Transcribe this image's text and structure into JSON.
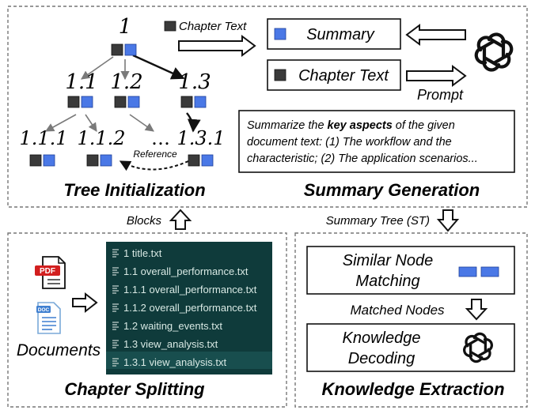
{
  "colors": {
    "chip_black": "#3a3a3a",
    "chip_blue": "#4a78e6",
    "file_panel_bg": "#0f3b3b",
    "file_text": "#d8e9e4",
    "arrow_gray": "#7a7a7a"
  },
  "sections": {
    "tree_initialization": "Tree Initialization",
    "summary_generation": "Summary Generation",
    "chapter_splitting": "Chapter Splitting",
    "knowledge_extraction": "Knowledge Extraction"
  },
  "tree": {
    "nodes": [
      "1",
      "1.1",
      "1.2",
      "1.3",
      "1.1.1",
      "1.1.2",
      "…",
      "1.3.1"
    ],
    "reference_label": "Reference"
  },
  "summary_gen": {
    "chapter_text_arrow_label": "Chapter Text",
    "summary_box": "Summary",
    "chapter_text_box": "Chapter Text",
    "prompt_label": "Prompt",
    "prompt_pre": "Summarize the ",
    "prompt_bold": "key aspects",
    "prompt_line1_post": " of the given",
    "prompt_line2": "document text: (1) The workflow and the",
    "prompt_line3": "characteristic; (2) The application scenarios..."
  },
  "flow": {
    "blocks_label": "Blocks",
    "summary_tree_label": "Summary Tree (ST)"
  },
  "chapter_splitting": {
    "documents_label": "Documents",
    "pdf_label": "PDF",
    "doc_label": "DOC",
    "files": [
      "1 title.txt",
      "1.1 overall_performance.txt",
      "1.1.1 overall_performance.txt",
      "1.1.2 overall_performance.txt",
      "1.2 waiting_events.txt",
      "1.3 view_analysis.txt",
      "1.3.1 view_analysis.txt"
    ]
  },
  "knowledge_extraction": {
    "matching_line1": "Similar Node",
    "matching_line2": "Matching",
    "matched_nodes_label": "Matched Nodes",
    "decoding_line1": "Knowledge",
    "decoding_line2": "Decoding"
  }
}
